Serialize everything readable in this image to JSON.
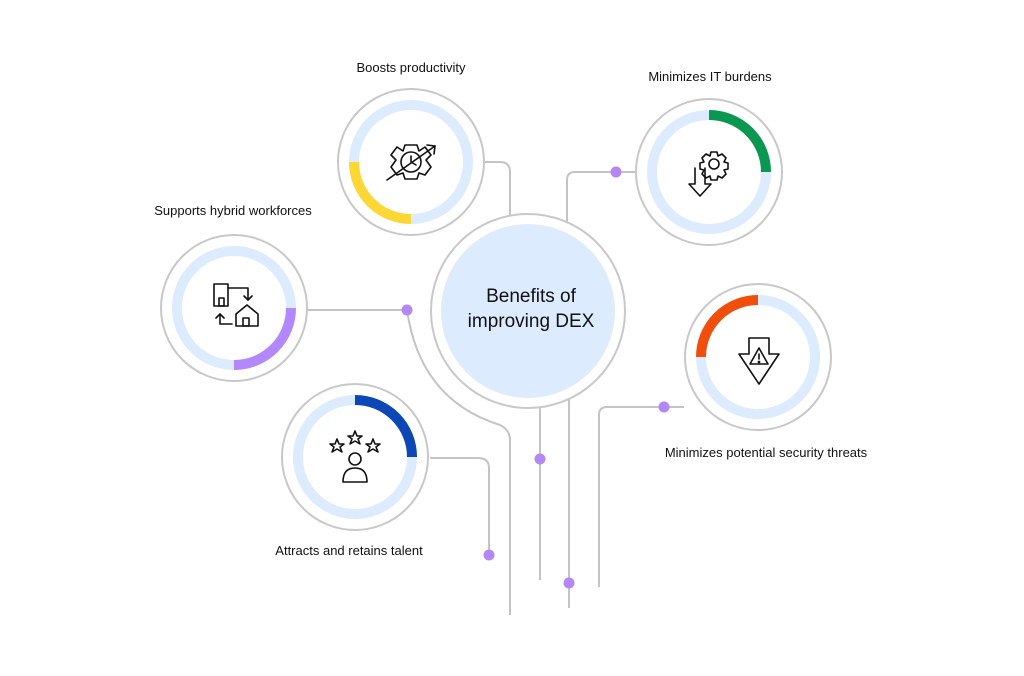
{
  "center": {
    "line1": "Benefits of",
    "line2": "improving DEX"
  },
  "benefits": [
    {
      "label": "Boosts productivity",
      "accent": "#FDD835",
      "icon": "gear-clock-arrow-icon"
    },
    {
      "label": "Minimizes IT burdens",
      "accent": "#0A9850",
      "icon": "gear-down-arrow-icon"
    },
    {
      "label": "Supports hybrid workforces",
      "accent": "#B388FF",
      "icon": "office-home-swap-icon"
    },
    {
      "label": "Minimizes potential security threats",
      "accent": "#F04E0A",
      "icon": "warning-down-arrow-icon"
    },
    {
      "label": "Attracts and retains talent",
      "accent": "#0D47B5",
      "icon": "person-stars-icon"
    }
  ],
  "colors": {
    "ring_track": "#DDEBFE",
    "connector": "#C4C4C4",
    "dot": "#B388F5",
    "center_fill": "#DDEBFE"
  }
}
